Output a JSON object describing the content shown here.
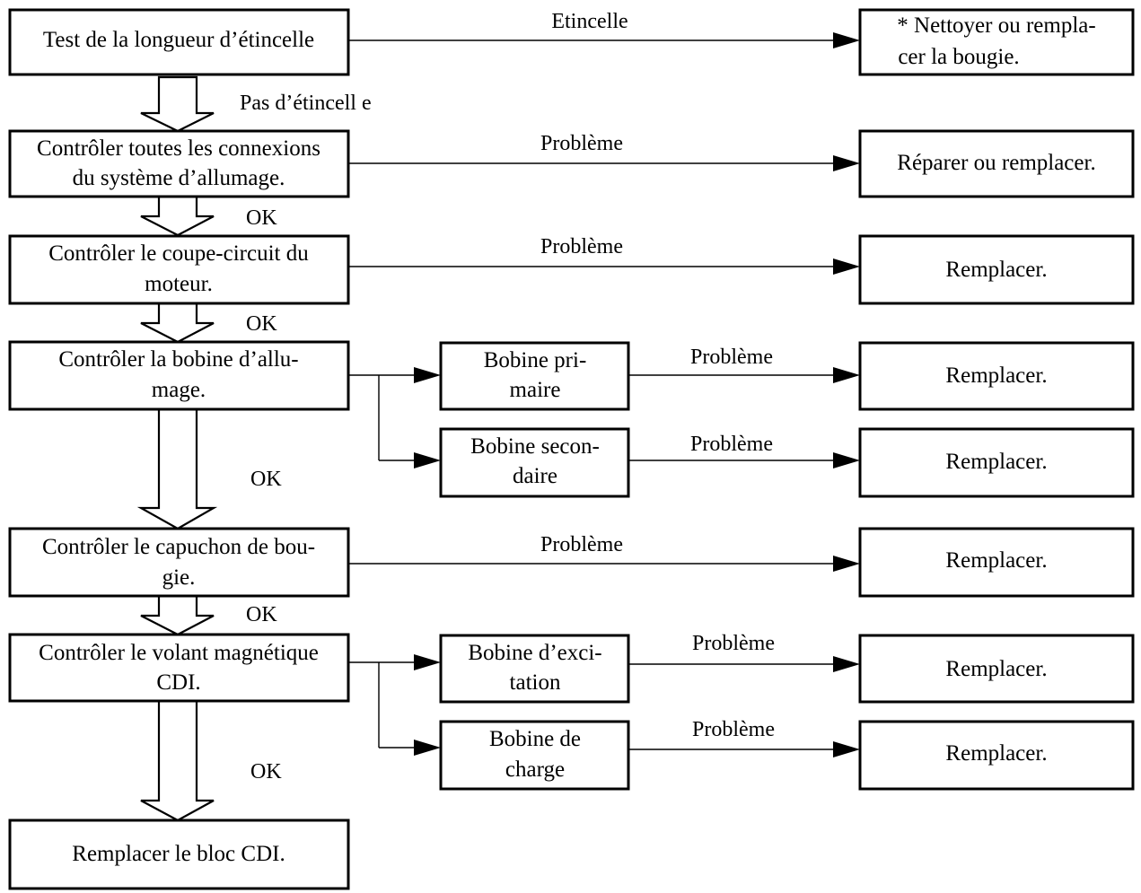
{
  "steps": {
    "spark_test": "Test de la longueur d’étincelle",
    "connections": [
      "Contrôler toutes les connexions",
      "du système d’allumage."
    ],
    "kill_switch": [
      "Contrôler le coupe-circuit du",
      "moteur."
    ],
    "ignition_coil": [
      "Contrôler la bobine d’allu-",
      "mage."
    ],
    "plug_cap": [
      "Contrôler le capuchon de bou-",
      "gie."
    ],
    "flywheel": [
      "Contrôler le volant magnétique",
      "CDI."
    ],
    "replace_cdi": "Remplacer le bloc CDI."
  },
  "sub_checks": {
    "primary_coil": [
      "Bobine pri-",
      "maire"
    ],
    "secondary_coil": [
      "Bobine secon-",
      "daire"
    ],
    "exciter_coil": [
      "Bobine d’exci-",
      "tation"
    ],
    "charge_coil": [
      "Bobine de",
      "charge"
    ]
  },
  "results": {
    "clean_plug": [
      "* Nettoyer ou rempla-",
      "cer la bougie."
    ],
    "repair_replace": "Réparer ou remplacer.",
    "replace": "Remplacer."
  },
  "labels": {
    "spark": "Etincelle",
    "no_spark": "Pas d’étincell e",
    "problem": "Problème",
    "ok": "OK"
  }
}
